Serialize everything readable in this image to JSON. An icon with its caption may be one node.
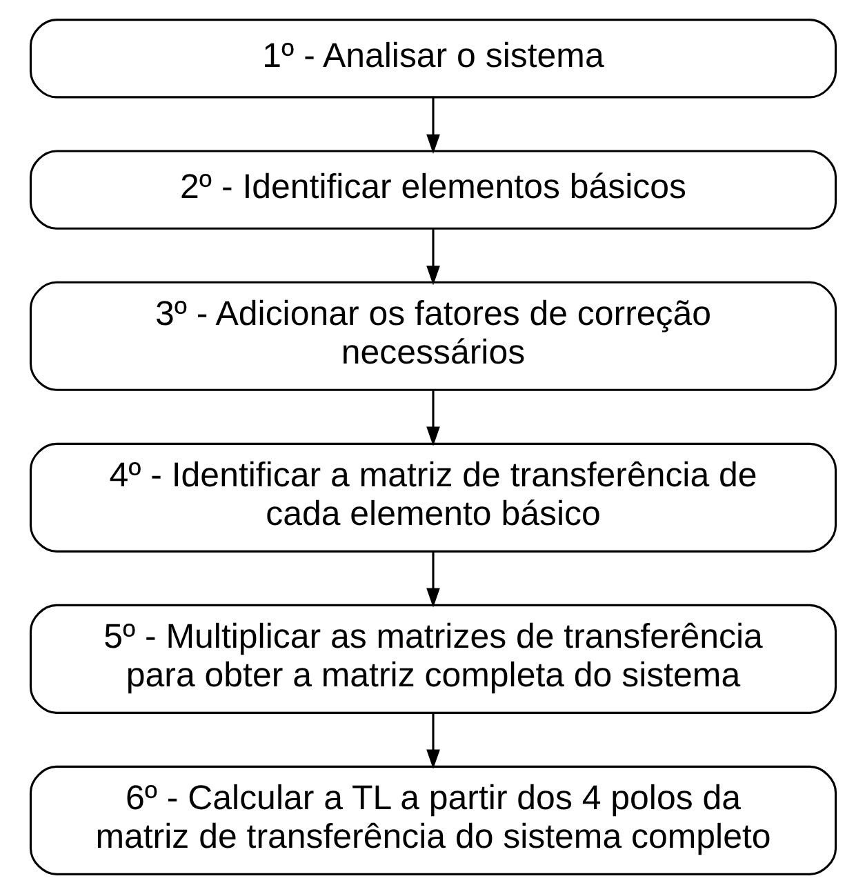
{
  "diagram": {
    "nodes": [
      {
        "text": [
          "1º - Analisar o sistema"
        ]
      },
      {
        "text": [
          "2º - Identificar elementos básicos"
        ]
      },
      {
        "text": [
          "3º - Adicionar os fatores de correção necessários"
        ]
      },
      {
        "text": [
          "4º - Identificar a matriz de transferência de cada elemento básico"
        ]
      },
      {
        "text": [
          "5º - Multiplicar as matrizes de transferência para obter a matriz completa do sistema"
        ]
      },
      {
        "text": [
          "6º - Calcular a TL a partir dos 4 polos da matriz de transferência do sistema completo"
        ]
      }
    ],
    "edges": [
      {
        "from": 0,
        "to": 1,
        "arrow": "to"
      },
      {
        "from": 1,
        "to": 2,
        "arrow": "to"
      },
      {
        "from": 2,
        "to": 3,
        "arrow": "to"
      },
      {
        "from": 3,
        "to": 4,
        "arrow": "to"
      },
      {
        "from": 4,
        "to": 5,
        "arrow": "to"
      }
    ]
  }
}
